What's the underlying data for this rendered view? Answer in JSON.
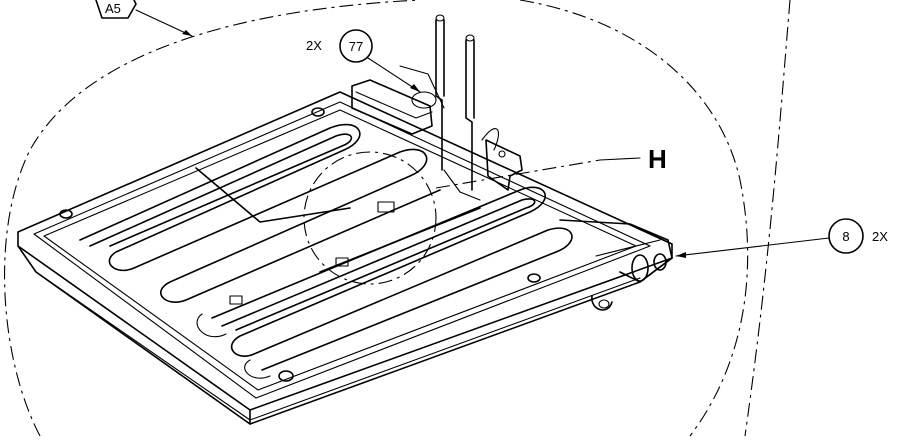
{
  "callouts": {
    "view_tag": "A5",
    "part_77": {
      "number": "77",
      "qty": "2X"
    },
    "part_8": {
      "number": "8",
      "qty": "2X"
    },
    "detail_label": "H"
  }
}
